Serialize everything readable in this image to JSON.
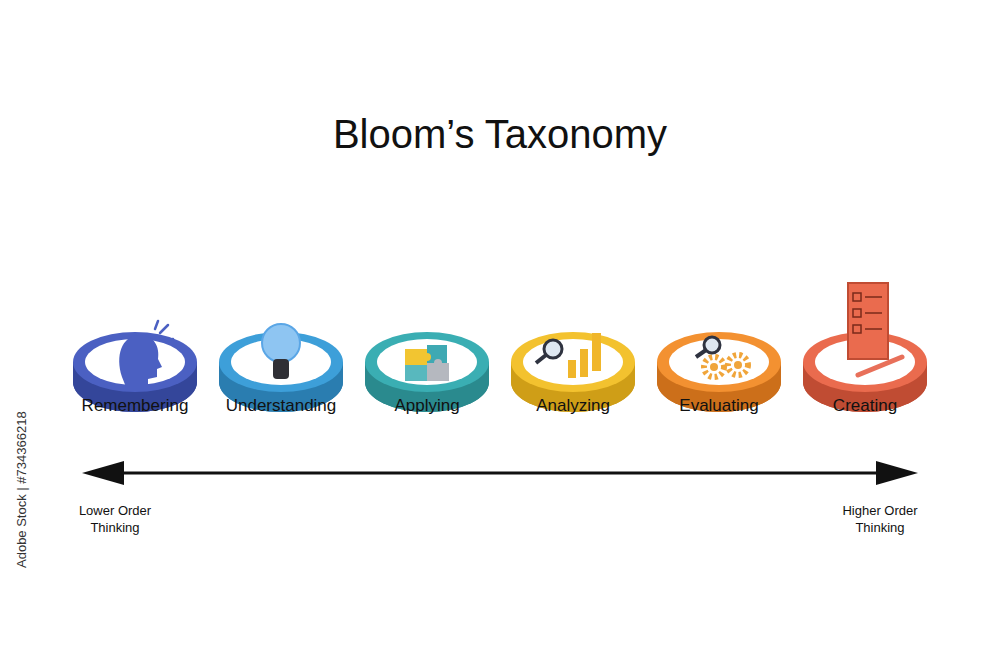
{
  "diagram": {
    "title": "Bloom’s Taxonomy",
    "nodes": [
      {
        "text": [
          "Remembering"
        ]
      },
      {
        "text": [
          "Understanding"
        ]
      },
      {
        "text": [
          "Applying"
        ]
      },
      {
        "text": [
          "Analyzing"
        ]
      },
      {
        "text": [
          "Evaluating"
        ]
      },
      {
        "text": [
          "Creating"
        ]
      }
    ],
    "labels": [
      "Lower Order Thinking",
      "Higher Order Thinking",
      "Adobe Stock | #734366218"
    ]
  }
}
